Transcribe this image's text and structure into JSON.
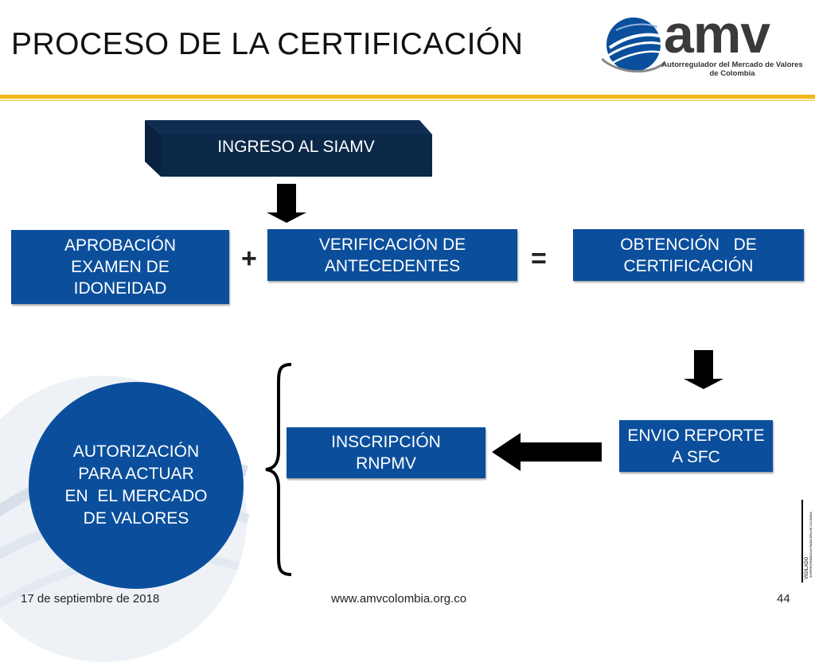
{
  "header": {
    "title": "PROCESO DE LA CERTIFICACIÓN",
    "logo_word": "amv",
    "logo_subtitle": [
      "Autorregulador del Mercado de Valores",
      "de Colombia"
    ]
  },
  "diagram": {
    "siamv": "INGRESO AL SIAMV",
    "aprobacion": [
      "APROBACIÓN",
      "EXAMEN DE",
      "IDONEIDAD"
    ],
    "plus": "+",
    "verificacion": [
      "VERIFICACIÓN DE",
      "ANTECEDENTES"
    ],
    "equals": "=",
    "obtencion": [
      "OBTENCIÓN   DE",
      "CERTIFICACIÓN"
    ],
    "envio": [
      "ENVIO REPORTE",
      "A SFC"
    ],
    "inscripcion": [
      "INSCRIPCIÓN",
      "RNPMV"
    ],
    "autorizacion": [
      "AUTORIZACIÓN",
      "PARA ACTUAR",
      "EN  EL MERCADO",
      "DE VALORES"
    ]
  },
  "footer": {
    "date": "17 de septiembre de 2018",
    "url": "www.amvcolombia.org.co",
    "page": "44",
    "vigilado": "VIGILADO",
    "superintendencia": [
      "SUPERINTENDENCIA FINANCIERA",
      "DE COLOMBIA"
    ]
  },
  "colors": {
    "box_blue": "#0b4f9c",
    "siamv_navy": "#0f2d52",
    "gold_rule": "#f2b61c"
  }
}
